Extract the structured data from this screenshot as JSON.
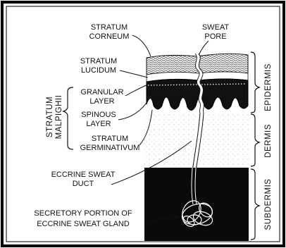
{
  "labels": {
    "stratum_corneum": [
      "STRATUM",
      "CORNEUM"
    ],
    "sweat_pore": [
      "SWEAT",
      "PORE"
    ],
    "stratum_lucidum": [
      "STRATUM",
      "LUCIDUM"
    ],
    "granular_layer": [
      "GRANULAR",
      "LAYER"
    ],
    "spinous_layer": [
      "SPINOUS",
      "LAYER"
    ],
    "stratum_germinativum": [
      "STRATUM",
      "GERMINATIVUM"
    ],
    "stratum_malpighii": [
      "STRATUM",
      "MALPIGHII"
    ],
    "eccrine_sweat_duct": [
      "ECCRINE SWEAT",
      "DUCT"
    ],
    "secretory_portion": [
      "SECRETORY PORTION OF",
      "ECCRINE SWEAT GLAND"
    ]
  },
  "regions": {
    "epidermis": "EPIDERMIS",
    "dermis": "DERMIS",
    "subdermis": "SUBDERMIS"
  }
}
